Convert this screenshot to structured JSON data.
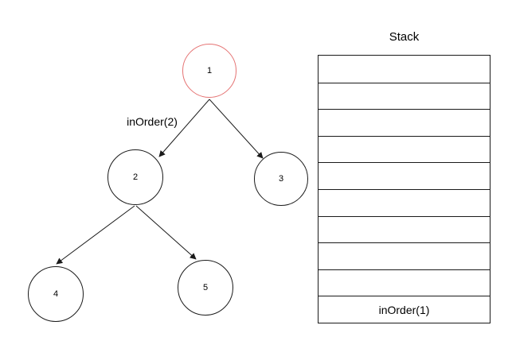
{
  "tree": {
    "nodes": [
      {
        "id": "node-1",
        "label": "1",
        "highlighted": true
      },
      {
        "id": "node-2",
        "label": "2",
        "highlighted": false
      },
      {
        "id": "node-3",
        "label": "3",
        "highlighted": false
      },
      {
        "id": "node-4",
        "label": "4",
        "highlighted": false
      },
      {
        "id": "node-5",
        "label": "5",
        "highlighted": false
      }
    ],
    "edge_label": "inOrder(2)",
    "colors": {
      "highlight_node_stroke": "#e57373",
      "node_stroke": "#1a1a1a",
      "edge_stroke": "#1a1a1a"
    }
  },
  "stack": {
    "title": "Stack",
    "rows": [
      "",
      "",
      "",
      "",
      "",
      "",
      "",
      "",
      "",
      "inOrder(1)"
    ]
  }
}
